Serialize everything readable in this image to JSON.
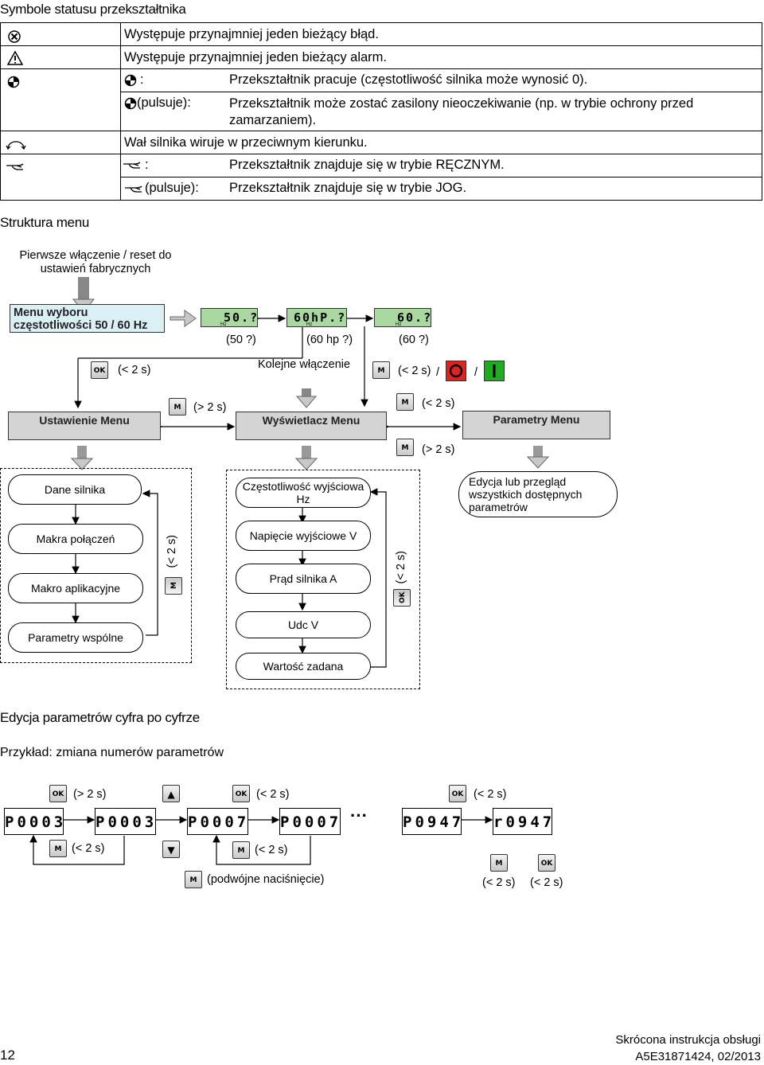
{
  "status_section": {
    "title": "Symbole statusu przekształtnika",
    "rows": {
      "fault": "Występuje przynajmniej jeden bieżący błąd.",
      "alarm": "Występuje przynajmniej jeden bieżący alarm.",
      "run_steady_label": ":",
      "run_steady_text": "Przekształtnik pracuje (częstotliwość silnika może wynosić 0).",
      "run_flash_label": "(pulsuje):",
      "run_flash_text": "Przekształtnik może zostać zasilony nieoczekiwanie (np. w trybie ochrony przed zamarzaniem).",
      "reverse": "Wał silnika wiruje w przeciwnym kierunku.",
      "hand_steady_label": ":",
      "hand_steady_text": "Przekształtnik znajduje się w trybie RĘCZNYM.",
      "hand_flash_label": "(pulsuje):",
      "hand_flash_text": "Przekształtnik znajduje się w trybie JOG."
    }
  },
  "menu_section": {
    "title": "Struktura menu",
    "first_power": "Pierwsze włączenie / reset do ustawień fabrycznych",
    "freq_box": "Menu wyboru częstotliwości 50 / 60 Hz",
    "lcd": [
      "50.?",
      "60hP.?",
      "60.?"
    ],
    "lcd_unit": "Hz",
    "lcd_labels": [
      "(50 ?)",
      "(60 hp ?)",
      "(60 ?)"
    ],
    "ok_lt2": "(< 2 s)",
    "next_power": "Kolejne włączenie",
    "m_lt2": "(< 2 s)",
    "slash": "/",
    "m_gt2": "(> 2 s)",
    "setup_menu": "Ustawienie Menu",
    "display_menu": "Wyświetlacz Menu",
    "param_menu": "Parametry Menu",
    "right_top": "(< 2 s)",
    "right_bottom": "(> 2 s)",
    "setup_items": [
      "Dane silnika",
      "Makra połączeń",
      "Makro aplikacyjne",
      "Parametry wspólne"
    ],
    "setup_cycle": "(< 2 s)",
    "display_items": [
      "Częstotliwość wyjściowa Hz",
      "Napięcie wyjściowe V",
      "Prąd silnika A",
      "Udc V",
      "Wartość zadana"
    ],
    "display_cycle": "(< 2 s)",
    "param_text": "Edycja lub przegląd wszystkich dostępnych parametrów"
  },
  "edit_section": {
    "title": "Edycja parametrów cyfra po cyfrze",
    "example": "Przykład: zmiana numerów parametrów",
    "displays": [
      "P0003",
      "P0003",
      "P0007",
      "P0007",
      "P0947",
      "r0947"
    ],
    "ok_gt2": "(> 2 s)",
    "ok_lt2_a": "(< 2 s)",
    "ok_lt2_b": "(< 2 s)",
    "m_lt2_a": "(< 2 s)",
    "m_lt2_b": "(< 2 s)",
    "m_double": "(podwójne naciśnięcie)",
    "m_lt2_c": "(< 2 s)",
    "ok_lt2_c": "(< 2 s)",
    "dots": "···"
  },
  "keys": {
    "ok": "OK",
    "m": "M",
    "up": "▲",
    "down": "▼",
    "stop": "O",
    "run": "I"
  },
  "footer": {
    "page": "12",
    "doc_title": "Skrócona instrukcja obsługi",
    "doc_id": "A5E31871424, 02/2013"
  }
}
